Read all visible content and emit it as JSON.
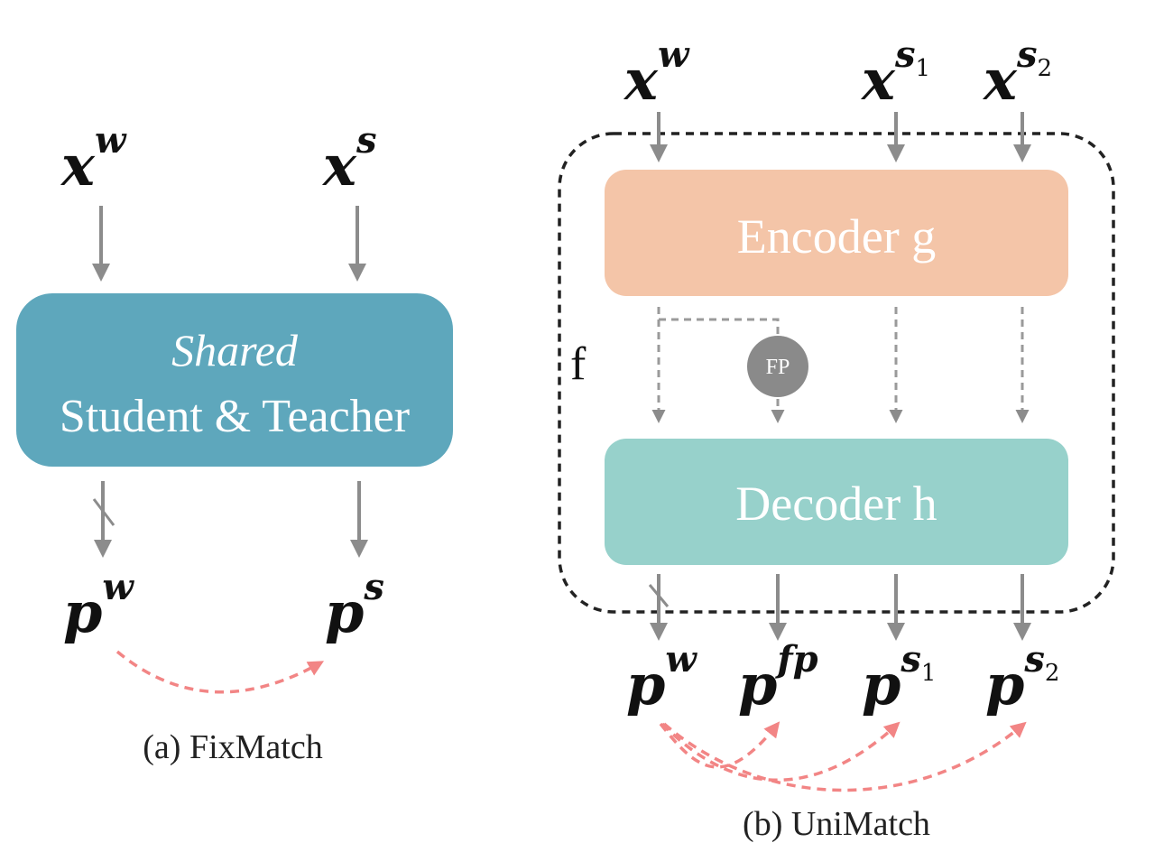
{
  "fixmatch": {
    "inputs": {
      "weak": {
        "base": "x",
        "sup": "w"
      },
      "strong": {
        "base": "x",
        "sup": "s"
      }
    },
    "box": {
      "line1": "Shared",
      "line2": "Student & Teacher",
      "color": "#5ea7bc"
    },
    "outputs": {
      "weak": {
        "base": "p",
        "sup": "w"
      },
      "strong": {
        "base": "p",
        "sup": "s"
      }
    },
    "caption": "(a) FixMatch"
  },
  "unimatch": {
    "inputs": [
      {
        "base": "x",
        "sup": "w",
        "sub": ""
      },
      {
        "base": "x",
        "sup": "s",
        "sub": "1"
      },
      {
        "base": "x",
        "sup": "s",
        "sub": "2"
      }
    ],
    "encoder": {
      "label": "Encoder g",
      "color": "#f4c5a8"
    },
    "decoder": {
      "label": "Decoder h",
      "color": "#97d1cb"
    },
    "fp_label": "FP",
    "f_label": "f",
    "outputs": [
      {
        "base": "p",
        "sup": "w",
        "sub": ""
      },
      {
        "base": "p",
        "sup": "fp",
        "sub": ""
      },
      {
        "base": "p",
        "sup": "s",
        "sub": "1"
      },
      {
        "base": "p",
        "sup": "s",
        "sub": "2"
      }
    ],
    "caption": "(b) UniMatch"
  },
  "colors": {
    "arrow": "#8c8c8c",
    "consistency": "#f28585",
    "fp_node": "#8a8a8a"
  }
}
